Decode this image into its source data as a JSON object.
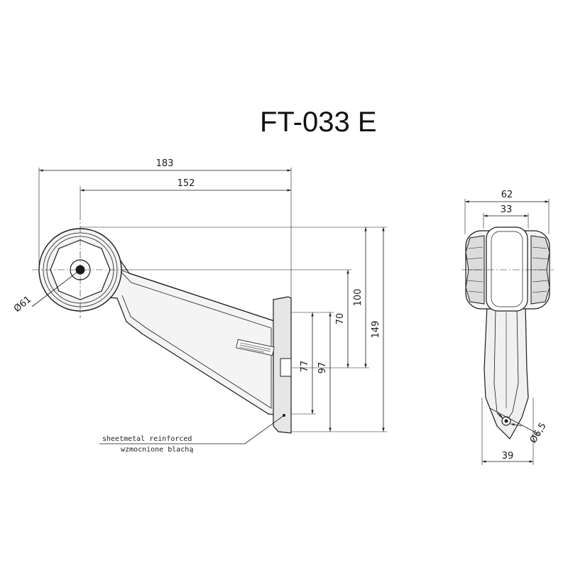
{
  "title": "FT-033 E",
  "dimensions": {
    "w183": "183",
    "w152": "152",
    "dia61": "Ø61",
    "h70": "70",
    "h100": "100",
    "h149": "149",
    "h77": "77",
    "h97": "97",
    "w62": "62",
    "w33": "33",
    "w39": "39",
    "dia6_5": "Ø6,5"
  },
  "notes": {
    "english": "sheetmetal reinforced",
    "polish": "wzmocnione blachą"
  },
  "colors": {
    "line": "#1a1a1a",
    "fill": "#f4f4f4",
    "shade": "#dcdcdc"
  }
}
